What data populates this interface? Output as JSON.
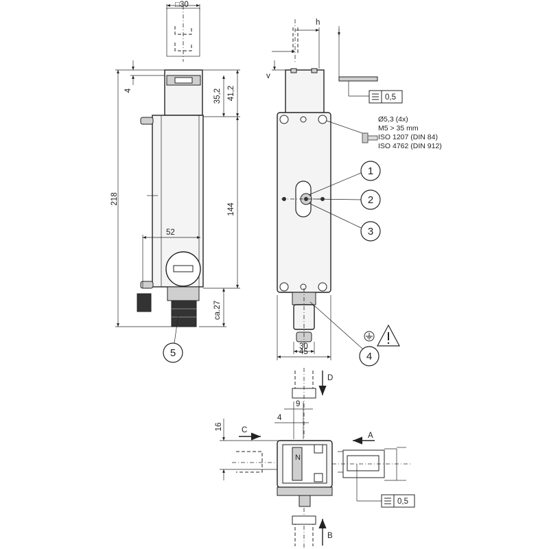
{
  "dimensions": {
    "square30": "□30",
    "h": "h",
    "v": "v",
    "d4_top": "4",
    "d35_2": "35,2",
    "d41_2": "41,2",
    "d218": "218",
    "d144": "144",
    "d52": "52",
    "ca27": "ca.27",
    "d30": "30",
    "d45": "45",
    "d9": "9",
    "d4_bottom": "4",
    "d16": "16"
  },
  "mounting_note": {
    "line1": "Ø5,3 (4x)",
    "line2": "M5 > 35 mm",
    "line3": "ISO 1207 (DIN 84)",
    "line4": "ISO 4762 (DIN 912)"
  },
  "tolerance_top": "0,5",
  "tolerance_bottom": "0,5",
  "callouts": [
    "1",
    "2",
    "3",
    "4",
    "5"
  ],
  "direction_labels": {
    "a": "A",
    "b": "B",
    "c": "C",
    "d": "D"
  },
  "icons": [
    "ground-icon",
    "warning-icon",
    "flatness-icon",
    "screw-icon"
  ]
}
